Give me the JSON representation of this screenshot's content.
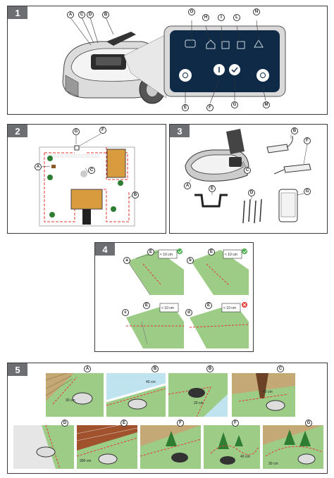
{
  "sections": {
    "s1": {
      "number": "1",
      "callouts_mower": [
        "A",
        "C",
        "D",
        "B"
      ],
      "callouts_panel": [
        "O",
        "H",
        "I",
        "L",
        "N",
        "E",
        "F",
        "G",
        "M"
      ]
    },
    "s2": {
      "number": "2",
      "callouts": [
        "G",
        "F",
        "A",
        "C",
        "B"
      ]
    },
    "s3": {
      "number": "3",
      "callouts": [
        "B",
        "F",
        "C",
        "A",
        "E",
        "D",
        "G"
      ]
    },
    "s4": {
      "number": "4",
      "views": [
        {
          "letter": "a",
          "edge": "E",
          "dist": "< 10 cm",
          "status": "ok"
        },
        {
          "letter": "b",
          "edge": "E",
          "dist": "< 10 cm",
          "status": "ok"
        },
        {
          "letter": "c",
          "edge": "E",
          "dist": "< 10 cm",
          "status": "none"
        },
        {
          "letter": "d",
          "edge": "E",
          "dist": "< 10 cm",
          "status": "bad"
        }
      ]
    },
    "s5": {
      "number": "5",
      "top": [
        "A",
        "B",
        "B",
        "C"
      ],
      "bottom": [
        "D",
        "E",
        "F",
        "F",
        "G"
      ],
      "distances": [
        "30 cm",
        "40 cm",
        "20 cm",
        "40 cm",
        "300 cm",
        "40 cm",
        "30 cm"
      ]
    }
  },
  "colors": {
    "grass": "#9ccc86",
    "boundary": "#e53935",
    "panel_dark": "#0e2a47",
    "frame": "#3a3a3a",
    "badge": "#6d6e71"
  }
}
